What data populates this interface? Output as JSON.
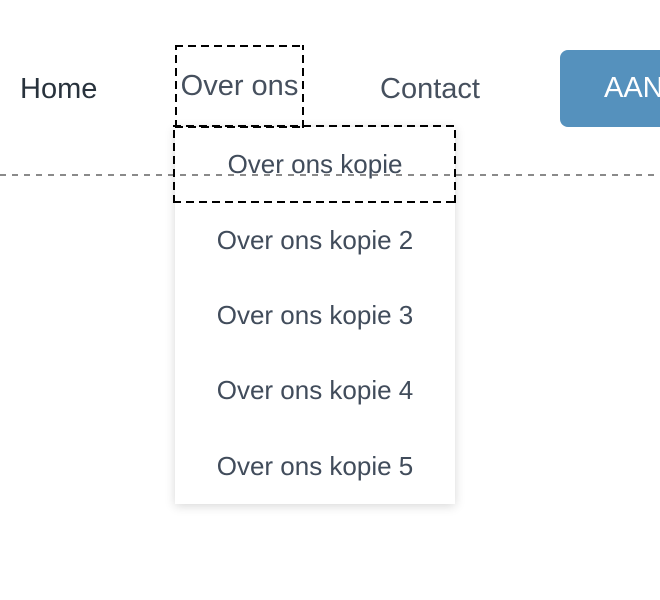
{
  "nav": {
    "items": [
      {
        "label": "Home",
        "state": "default"
      },
      {
        "label": "Over ons",
        "state": "dragging"
      },
      {
        "label": "Contact",
        "state": "default"
      }
    ],
    "cta": {
      "label": "AAN",
      "background_color": "#5591BD",
      "text_color": "#FFFFFF"
    }
  },
  "dropdown": {
    "items": [
      {
        "label": "Over ons kopie"
      },
      {
        "label": "Over ons kopie 2"
      },
      {
        "label": "Over ons kopie 3"
      },
      {
        "label": "Over ons kopie 4"
      },
      {
        "label": "Over ons kopie 5"
      }
    ]
  },
  "drag_state": {
    "source_outline_color": "#000000",
    "target_outline_color": "#000000",
    "insertion_line_color": "#8A8A8A"
  },
  "colors": {
    "background": "#FFFFFF",
    "nav_text_active": "#28323C",
    "nav_text": "#46505E",
    "dropdown_text": "#414C5B"
  }
}
